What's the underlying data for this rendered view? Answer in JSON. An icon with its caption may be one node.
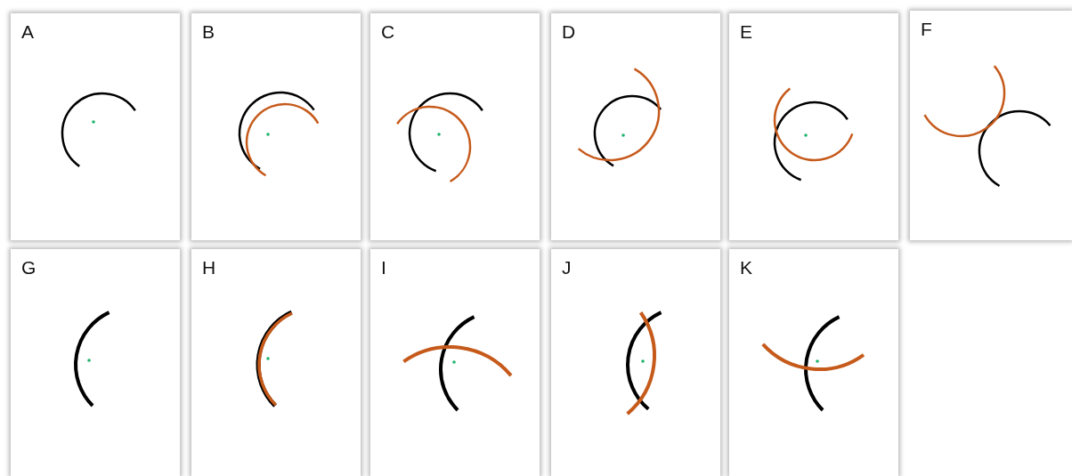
{
  "diagram": {
    "nodes": [
      {
        "text": [
          "A"
        ]
      },
      {
        "text": [
          "B"
        ]
      },
      {
        "text": [
          "C"
        ]
      },
      {
        "text": [
          "D"
        ]
      },
      {
        "text": [
          "E"
        ]
      },
      {
        "text": [
          "F"
        ]
      },
      {
        "text": [
          "G"
        ]
      },
      {
        "text": [
          "H"
        ]
      },
      {
        "text": [
          "I"
        ]
      },
      {
        "text": [
          "J"
        ]
      },
      {
        "text": [
          "K"
        ]
      }
    ]
  }
}
